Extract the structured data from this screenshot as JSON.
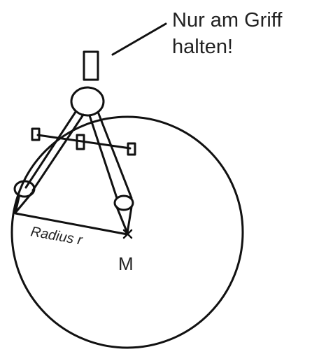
{
  "note": {
    "line1": "Nur am Griff",
    "line2": "halten!"
  },
  "labels": {
    "radius": "Radius r",
    "center": "M"
  },
  "colors": {
    "stroke": "#111111",
    "text": "#222222",
    "background": "#ffffff"
  }
}
